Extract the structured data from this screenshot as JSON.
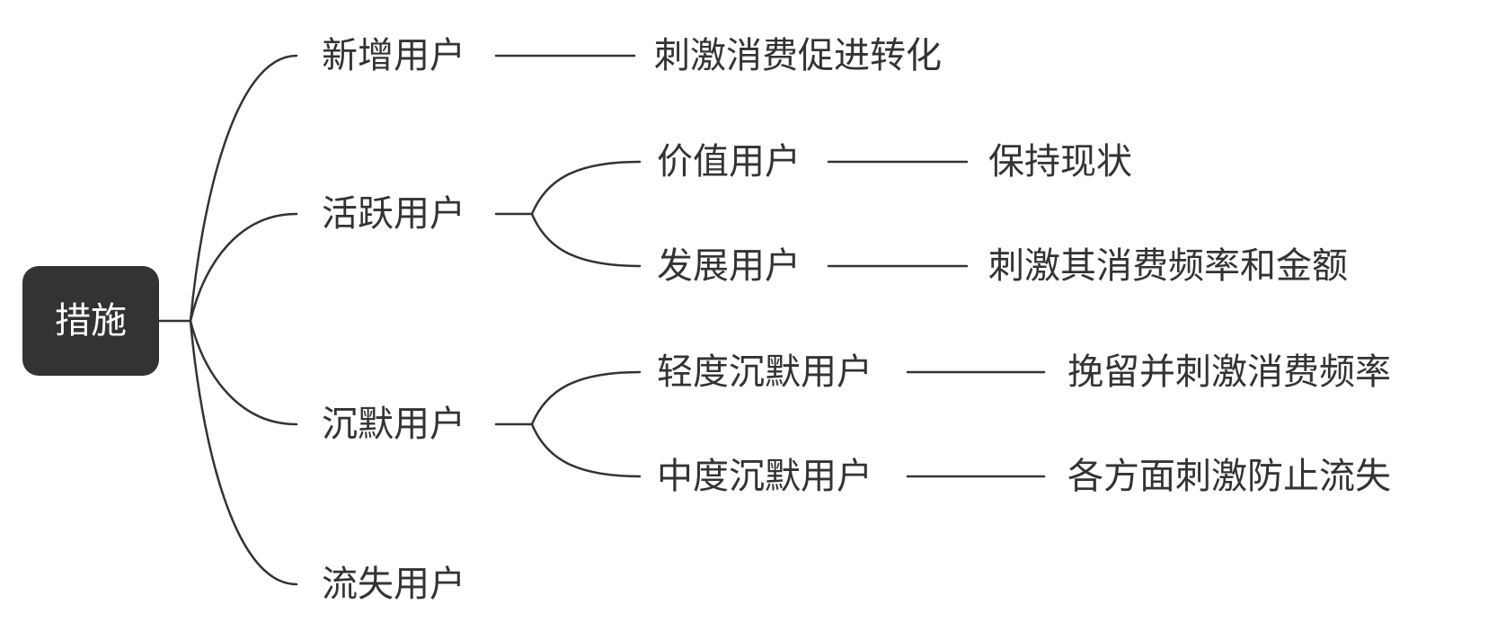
{
  "root": {
    "label": "措施"
  },
  "branches": [
    {
      "label": "新增用户",
      "action": "刺激消费促进转化",
      "children": []
    },
    {
      "label": "活跃用户",
      "children": [
        {
          "label": "价值用户",
          "action": "保持现状"
        },
        {
          "label": "发展用户",
          "action": "刺激其消费频率和金额"
        }
      ]
    },
    {
      "label": "沉默用户",
      "children": [
        {
          "label": "轻度沉默用户",
          "action": "挽留并刺激消费频率"
        },
        {
          "label": "中度沉默用户",
          "action": "各方面刺激防止流失"
        }
      ]
    },
    {
      "label": "流失用户",
      "children": []
    }
  ]
}
